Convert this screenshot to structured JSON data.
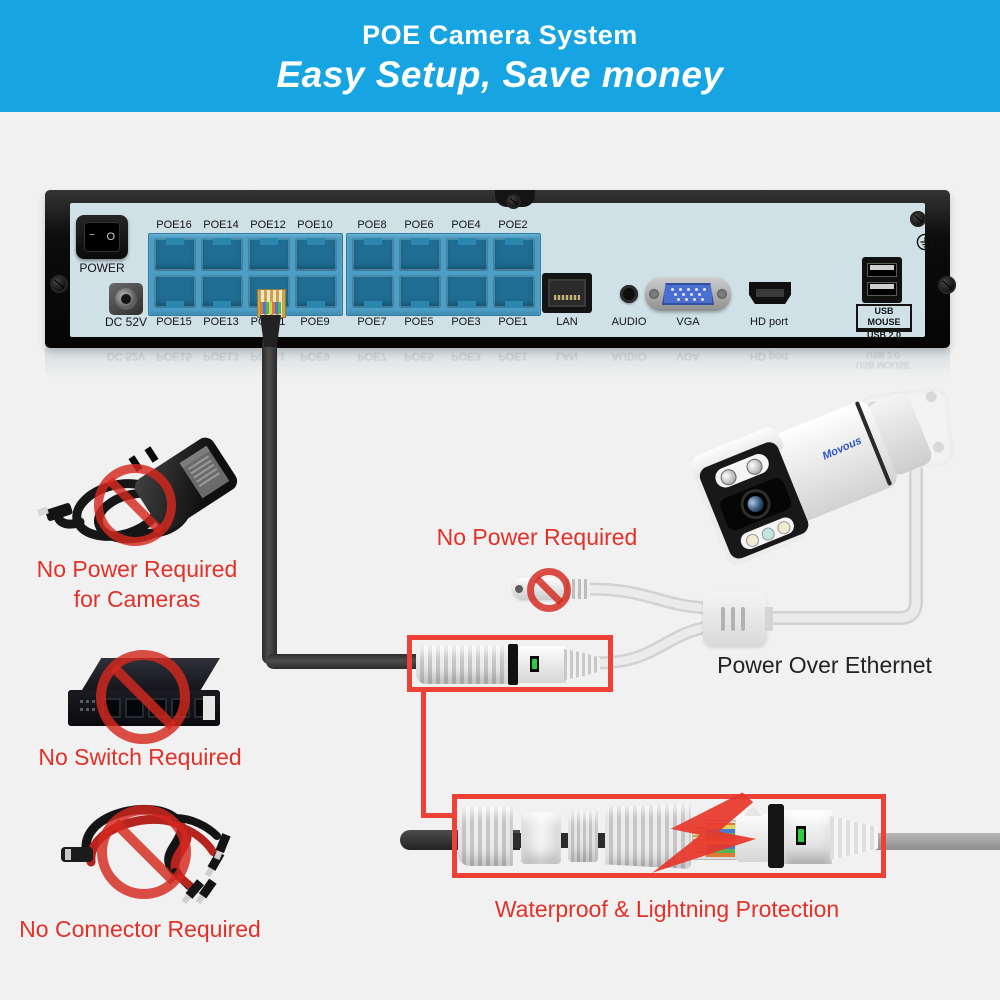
{
  "header": {
    "title": "POE Camera System",
    "subtitle": "Easy Setup, Save money"
  },
  "nvr": {
    "power_label": "POWER",
    "rocker_dash": "−",
    "rocker_o": "O",
    "dc_label": "DC 52V",
    "poe_top": [
      "POE16",
      "POE14",
      "POE12",
      "POE10",
      "POE8",
      "POE6",
      "POE4",
      "POE2"
    ],
    "poe_bottom": [
      "POE15",
      "POE13",
      "POE11",
      "POE9",
      "POE7",
      "POE5",
      "POE3",
      "POE1"
    ],
    "lan_label": "LAN",
    "audio_label": "AUDIO",
    "vga_label": "VGA",
    "hd_label": "HD port",
    "usb_label_1": "USB MOUSE",
    "usb_label_2": "USB 2.0"
  },
  "camera": {
    "brand": "Movous"
  },
  "callouts": {
    "no_power_cameras_1": "No Power Required",
    "no_power_cameras_2": "for Cameras",
    "no_switch": "No Switch Required",
    "no_connector": "No Connector Required",
    "no_power_mid": "No Power Required",
    "poe_label": "Power Over Ethernet",
    "waterproof": "Waterproof & Lightning Protection"
  },
  "colors": {
    "banner_blue": "#16a4e2",
    "accent_red": "#e23128",
    "box_red": "#ee4237",
    "port_blue": "#4b9fc7",
    "nvr_face": "#cfe0e7",
    "led_green": "#2ecc44"
  }
}
